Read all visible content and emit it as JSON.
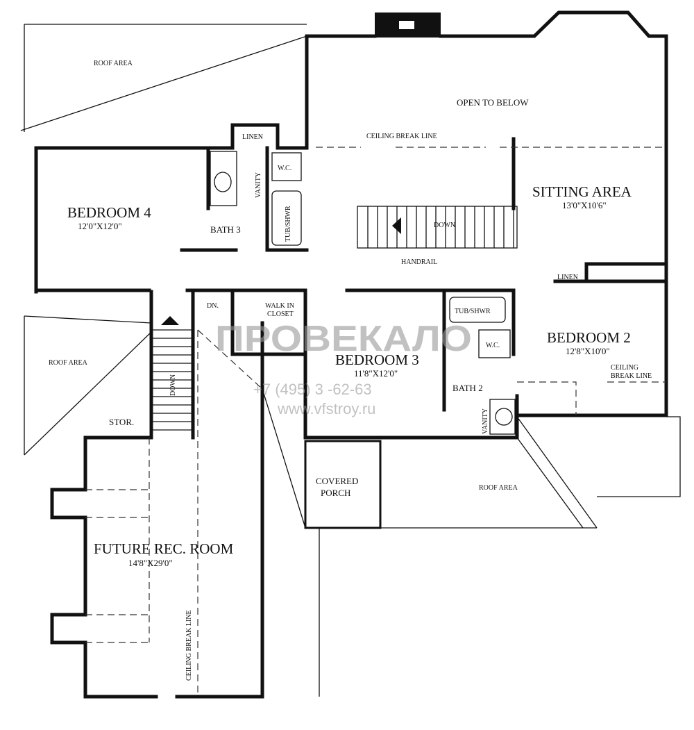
{
  "rooms": {
    "bedroom4": {
      "name": "BEDROOM 4",
      "size": "12'0\"X12'0\""
    },
    "bath3": {
      "name": "BATH 3"
    },
    "sitting": {
      "name": "SITTING AREA",
      "size": "13'0\"X10'6\""
    },
    "bedroom2": {
      "name": "BEDROOM 2",
      "size": "12'8\"X10'0\""
    },
    "bedroom3": {
      "name": "BEDROOM 3",
      "size": "11'8\"X12'0\""
    },
    "bath2": {
      "name": "BATH 2"
    },
    "rec": {
      "name": "FUTURE REC. ROOM",
      "size": "14'8\"X29'0\""
    },
    "porch_line1": "COVERED",
    "porch_line2": "PORCH",
    "stor": "STOR.",
    "closet_line1": "WALK IN",
    "closet_line2": "CLOSET"
  },
  "labels": {
    "roof_area": "ROOF AREA",
    "open_to_below": "OPEN TO BELOW",
    "ceiling_break": "CEILING BREAK LINE",
    "ceiling": "CEILING",
    "break_line": "BREAK LINE",
    "linen": "LINEN",
    "wc": "W.C.",
    "vanity": "VANITY",
    "tub": "TUB/SHWR",
    "down": "DOWN",
    "dn": "DN.",
    "handrail": "HANDRAIL"
  },
  "watermark": {
    "logo": "ПРОВЕКАЛО",
    "phone": "+7 (495) 3 -62-63",
    "url": "www.vfstroy.ru"
  }
}
